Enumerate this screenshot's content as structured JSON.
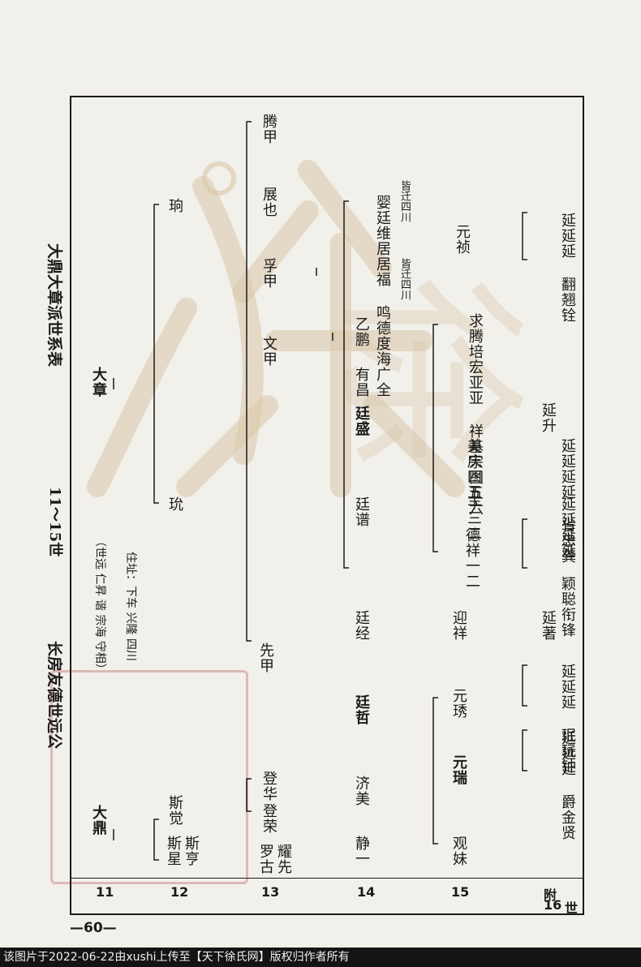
{
  "title": "长房友德世远公",
  "generations_range": "11～15世",
  "subtitle": "大鼎大章派世系表",
  "note_line1": "（世远 仁昇 谐 宗海 守相）",
  "note_line2": "住址：下车 兴隆 四川",
  "row_labels": [
    "11",
    "12",
    "13",
    "14",
    "15",
    "附",
    "16",
    "世"
  ],
  "names": {
    "dading": "大鼎",
    "dazhang": "大章",
    "sixing": "斯星",
    "siheng": "斯亨",
    "sijue": "斯觉",
    "jiong": "珦",
    "yun": "玧",
    "luogu": "罗古",
    "yaoxian": "耀先",
    "dengrong": "登荣",
    "denghua": "登华",
    "xianjia": "先甲",
    "wenjia": "文甲",
    "fujia": "孚甲",
    "zhanye": "展也",
    "tengjia": "腾甲",
    "jing": "静一",
    "jimei": "济美",
    "yanzhe": "廷哲",
    "yanjing": "廷经",
    "yanpu": "廷谱",
    "yansheng": "廷盛",
    "youchang": "有昌",
    "yipeng": "乙鹏",
    "family_group": "婴廷维居居福 鸣德度海广全",
    "guanmei": "观妹",
    "yuanrui": "元瑞",
    "yuanxiu": "元琇",
    "yingxiang": "迎祥",
    "dexiang": "德祥一二",
    "fengsan": "丰三二",
    "meiqing": "美庆四五",
    "qiuteng": "求腾培宏亚亚 祥基宗图五六",
    "yuanzhen": "元祯",
    "g16a": "延延延 爵金贤",
    "g16b": "延延延 珉玩钟",
    "g16c": "延著",
    "g16d": "延延延延 颖聪衔锋",
    "g16e": "延延延延 省忠龚",
    "g16f": "延升",
    "g16g": "延延延 翻翘铨"
  },
  "sichuan_note_a": "皆迁四川",
  "sichuan_note_b": "皆迁四川",
  "page_number": "—60—",
  "footer_text": "该图片于2022-06-22由xushi上传至【天下徐氏网】版权归作者所有",
  "watermark_text": "徐",
  "watermark_color": "#d8c6a8",
  "seal_color": "#c98a8a"
}
